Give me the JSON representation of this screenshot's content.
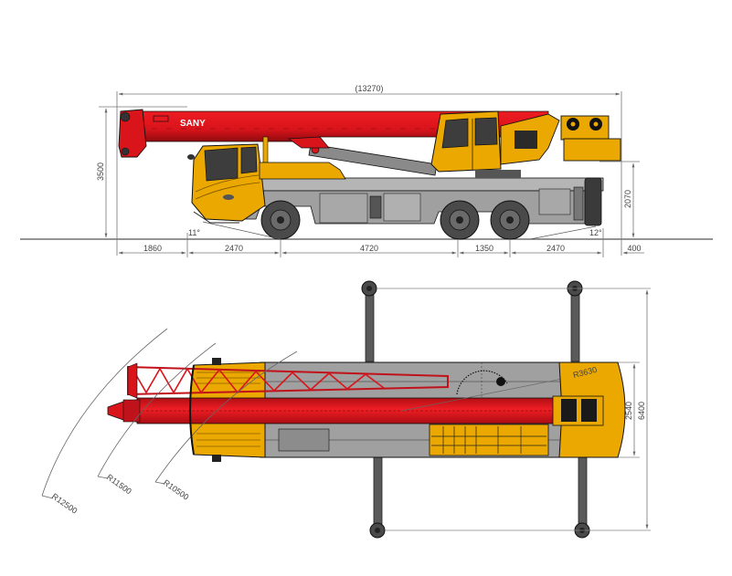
{
  "drawing": {
    "brand_label": "SANY",
    "colors": {
      "boom_red": "#d9141b",
      "boom_red_dark": "#a80d12",
      "body_yellow": "#eaa800",
      "chassis_gray": "#a0a0a0",
      "tire_dark": "#4a4a4a",
      "outrigger_gray": "#5a5a5a",
      "dim_line": "#777777"
    },
    "side_view": {
      "overall_length": "(13270)",
      "overall_height": "3500",
      "counterweight_height": "2070",
      "approach_angle": "11°",
      "departure_angle": "12°",
      "length_segments": [
        "1860",
        "2470",
        "4720",
        "1350",
        "2470",
        "400"
      ]
    },
    "top_view": {
      "outrigger_span_longitudinal": "6400",
      "vehicle_width": "2540",
      "tail_swing_radius": "R3630",
      "boom_radii": [
        "R12500",
        "R11500",
        "R10500"
      ]
    }
  }
}
